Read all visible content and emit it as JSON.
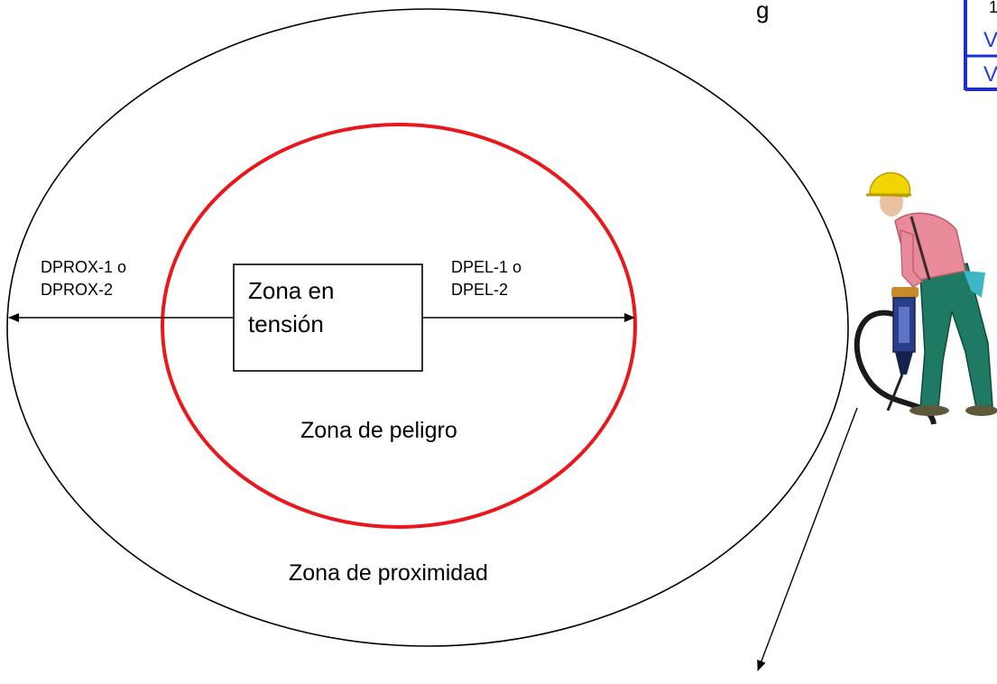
{
  "header_fragment": "g",
  "corner_box": {
    "digit": "1",
    "row1": "V",
    "row2": "V",
    "border_color": "#1a2fd6"
  },
  "zones": {
    "inner": "Zona en tensión",
    "inner_line1": "Zona en",
    "inner_line2": "tensión",
    "danger": "Zona de peligro",
    "proximity": "Zona de proximidad"
  },
  "distances": {
    "prox_line1": "DPROX-1 o",
    "prox_line2": "DPROX-2",
    "pel_line1": "DPEL-1 o",
    "pel_line2": "DPEL-2"
  },
  "colors": {
    "danger_ring": "#e8181c",
    "outline": "#000000",
    "helmet": "#f2d400",
    "shirt": "#e88a9a",
    "trousers": "#1e7a62",
    "tool": "#2a3f8c"
  },
  "figure": {
    "icon": "worker-with-jackhammer-icon"
  }
}
